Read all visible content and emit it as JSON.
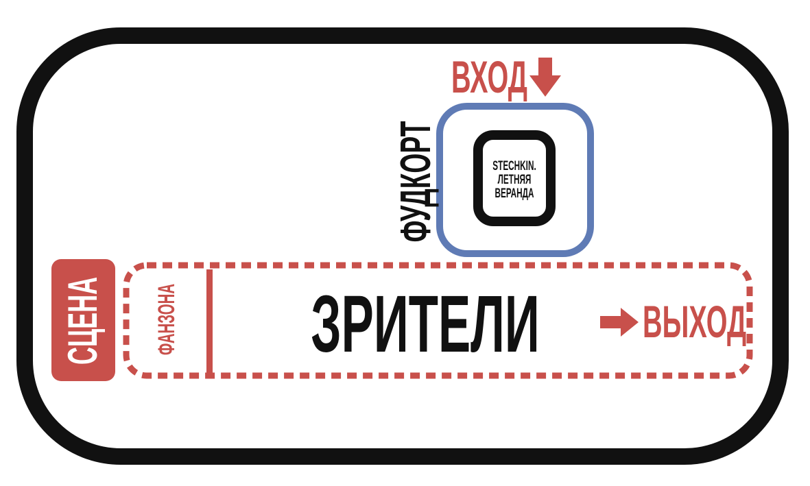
{
  "venue": {
    "entrance_label": "ВХОД",
    "exit_label": "ВЫХОД",
    "foodcourt_label": "ФУДКОРТ",
    "veranda_lines": [
      "STECHKIN.",
      "ЛЕТНЯЯ",
      "ВЕРАНДА"
    ],
    "stage_label": "СЦЕНА",
    "fanzone_label": "ФАНЗОНА",
    "audience_label": "ЗРИТЕЛИ"
  },
  "colors": {
    "accent_red": "#c8504b",
    "foodcourt_blue": "#5f7bb5",
    "outline_black": "#111111"
  },
  "icons": {
    "entrance": "arrow-down-icon",
    "exit": "arrow-right-icon"
  }
}
